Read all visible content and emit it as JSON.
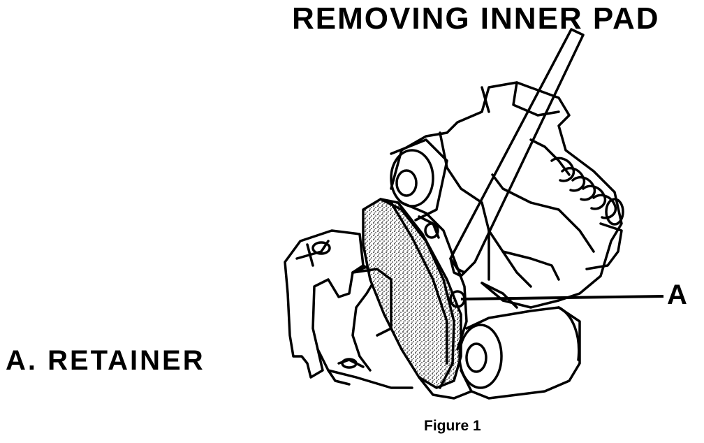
{
  "title": "REMOVING INNER PAD",
  "legend": "A. RETAINER",
  "callout_label": "A",
  "caption": "Figure 1",
  "colors": {
    "ink": "#000000",
    "paper": "#ffffff"
  },
  "icons": [
    "brake-caliper-illustration",
    "screwdriver-tool",
    "brake-pad",
    "retainer-spring"
  ]
}
